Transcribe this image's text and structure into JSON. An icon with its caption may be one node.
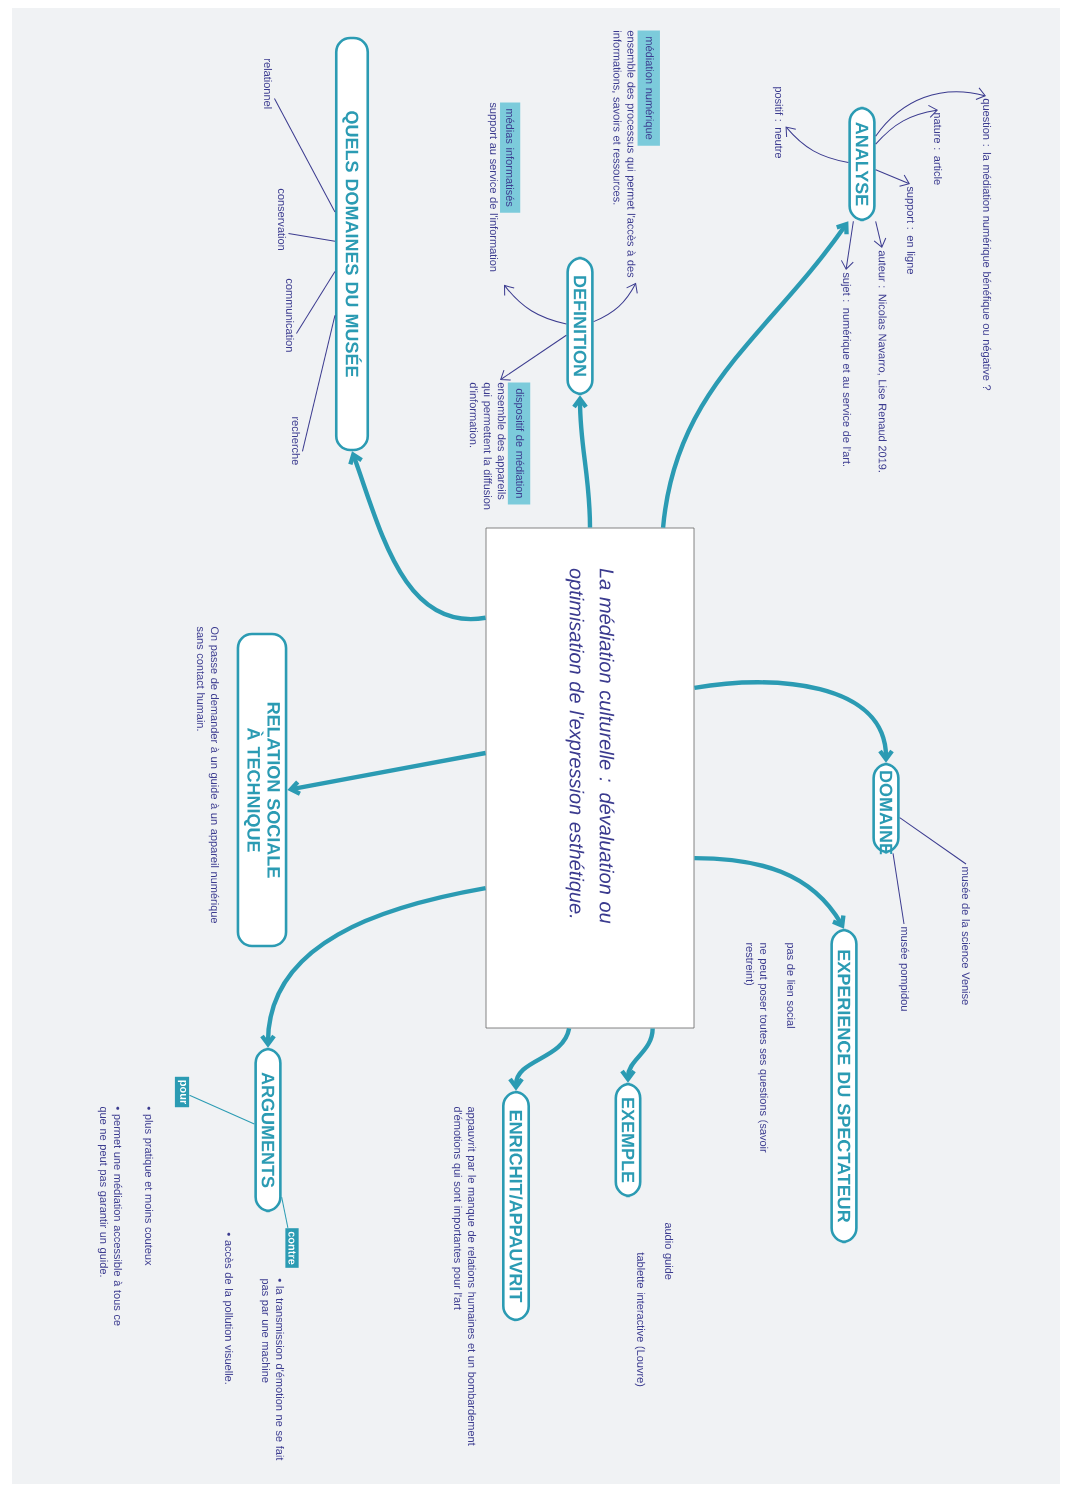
{
  "diagram": {
    "nodes": [
      {
        "text": [
          "La médiation culturelle : dévaluation ou optimisation de l'expression esthétique."
        ]
      },
      {
        "text": [
          "ANALYSE"
        ]
      },
      {
        "text": [
          "question : la médiation numérique bénéfique ou négative ?"
        ]
      },
      {
        "text": [
          "nature : article"
        ]
      },
      {
        "text": [
          "support : en ligne"
        ]
      },
      {
        "text": [
          "auteur : Nicolas Navarro, Lise Renaud 2019."
        ]
      },
      {
        "text": [
          "sujet : numérique et au service de l'art."
        ]
      },
      {
        "text": [
          "positif : neutre"
        ]
      },
      {
        "text": [
          "DEFINITION"
        ]
      },
      {
        "text": [
          "médiation numérique",
          "ensemble des processus qui permet l'accès à des informations, savoirs et ressources."
        ]
      },
      {
        "text": [
          "médias informatisés",
          "support au service de l'information"
        ]
      },
      {
        "text": [
          "dispositif de médiation",
          "ensemble des appareils qui permettent la diffusion d'information."
        ]
      },
      {
        "text": [
          "QUELS DOMAINES DU MUSÉE"
        ]
      },
      {
        "text": [
          "relationnel"
        ]
      },
      {
        "text": [
          "conservation"
        ]
      },
      {
        "text": [
          "communication"
        ]
      },
      {
        "text": [
          "recherche"
        ]
      },
      {
        "text": [
          "RELATION SOCIALE À TECHNIQUE"
        ],
        "beside": [
          "On passe de demander à un guide à un appareil numérique sans contact humain."
        ]
      },
      {
        "text": [
          "DOMAINE"
        ]
      },
      {
        "text": [
          "musée de la science Venise"
        ]
      },
      {
        "text": [
          "musée pompidou"
        ]
      },
      {
        "text": [
          "EXPERIENCE DU SPECTATEUR"
        ],
        "beside": [
          "pas de lien social",
          "ne peut poser toutes ses questions (savoir restreint)"
        ]
      },
      {
        "text": [
          "EXEMPLE"
        ],
        "beside": [
          "audio guide",
          "tablette interactive (Louvre)"
        ]
      },
      {
        "text": [
          "ENRICHIT/APPAUVRIT"
        ],
        "beside": [
          "appauvrit par le manque de relations humaines et un bombardement d'émotions qui sont importantes pour l'art"
        ]
      },
      {
        "text": [
          "ARGUMENTS"
        ]
      },
      {
        "text": [
          "pour"
        ],
        "beside": [
          "• plus pratique et moins couteux",
          "• permet une médiation accessible à tous ce que ne peut pas garantir un guide."
        ]
      },
      {
        "text": [
          "contre"
        ],
        "beside": [
          "• la transmission d'émotion ne se fait pas par une machine",
          "• accès de la pollution visuelle."
        ]
      }
    ],
    "edges": [
      {
        "from": 0,
        "to": 1,
        "arrow": "to",
        "style": "thick",
        "color": "#2b9bb3"
      },
      {
        "from": 0,
        "to": 8,
        "arrow": "to",
        "style": "thick",
        "color": "#2b9bb3"
      },
      {
        "from": 0,
        "to": 12,
        "arrow": "to",
        "style": "thick",
        "color": "#2b9bb3"
      },
      {
        "from": 0,
        "to": 17,
        "arrow": "to",
        "style": "thick",
        "color": "#2b9bb3"
      },
      {
        "from": 0,
        "to": 18,
        "arrow": "to",
        "style": "thick",
        "color": "#2b9bb3"
      },
      {
        "from": 0,
        "to": 21,
        "arrow": "to",
        "style": "thick",
        "color": "#2b9bb3"
      },
      {
        "from": 0,
        "to": 22,
        "arrow": "to",
        "style": "thick",
        "color": "#2b9bb3"
      },
      {
        "from": 0,
        "to": 23,
        "arrow": "to",
        "style": "thick",
        "color": "#2b9bb3"
      },
      {
        "from": 0,
        "to": 24,
        "arrow": "to",
        "style": "thick",
        "color": "#2b9bb3"
      },
      {
        "from": 1,
        "to": 2,
        "arrow": "to"
      },
      {
        "from": 1,
        "to": 3,
        "arrow": "to"
      },
      {
        "from": 1,
        "to": 4,
        "arrow": "to"
      },
      {
        "from": 1,
        "to": 5,
        "arrow": "to"
      },
      {
        "from": 1,
        "to": 6,
        "arrow": "to"
      },
      {
        "from": 1,
        "to": 7,
        "arrow": "to"
      },
      {
        "from": 8,
        "to": 9,
        "arrow": "to"
      },
      {
        "from": 8,
        "to": 10,
        "arrow": "to"
      },
      {
        "from": 8,
        "to": 11,
        "arrow": "to"
      },
      {
        "from": 12,
        "to": 13,
        "arrow": "none"
      },
      {
        "from": 12,
        "to": 14,
        "arrow": "none"
      },
      {
        "from": 12,
        "to": 15,
        "arrow": "none"
      },
      {
        "from": 12,
        "to": 16,
        "arrow": "none"
      },
      {
        "from": 18,
        "to": 19,
        "arrow": "none"
      },
      {
        "from": 18,
        "to": 20,
        "arrow": "none"
      },
      {
        "from": 24,
        "to": 25,
        "arrow": "none",
        "color": "#2b9bb3"
      },
      {
        "from": 24,
        "to": 26,
        "arrow": "none",
        "color": "#2b9bb3"
      }
    ]
  }
}
